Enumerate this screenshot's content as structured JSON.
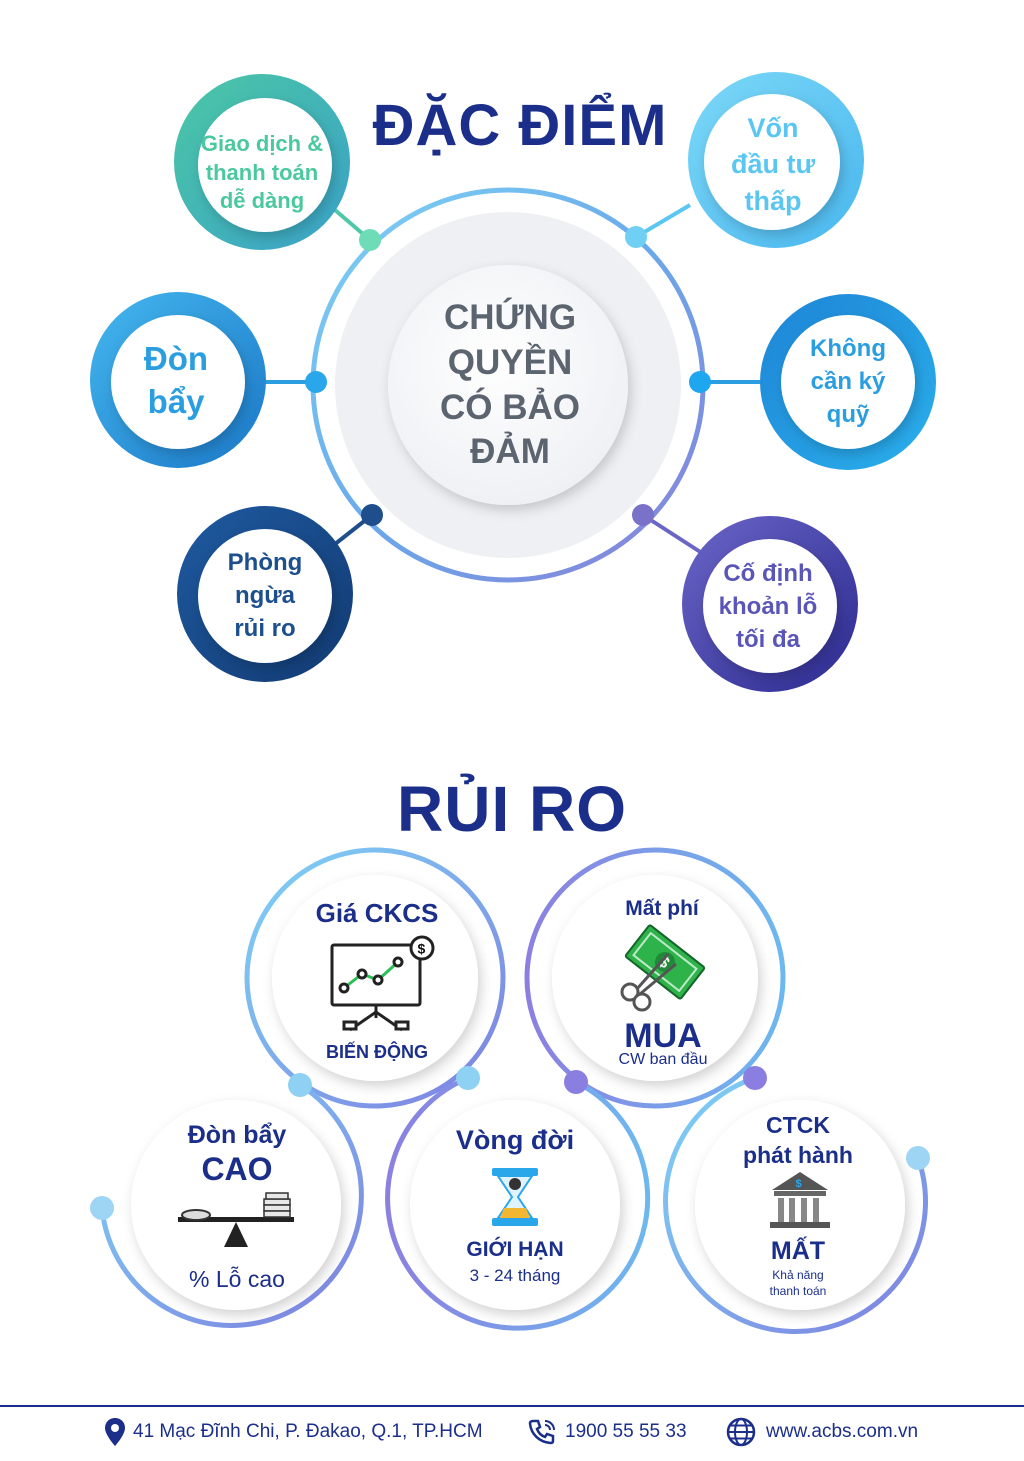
{
  "section1": {
    "title": "ĐẶC ĐIỂM",
    "center": {
      "lines": [
        "CHỨNG",
        "QUYỀN",
        "CÓ BẢO",
        "ĐẢM"
      ]
    },
    "features": [
      {
        "id": "giao-dich",
        "lines": [
          "Giao dịch &",
          "thanh toán",
          "dễ dàng"
        ],
        "color": "#4cc89e"
      },
      {
        "id": "von-dau-tu",
        "lines": [
          "Vốn",
          "đầu tư",
          "thấp"
        ],
        "color": "#5cc6f2"
      },
      {
        "id": "don-bay",
        "lines": [
          "Đòn",
          "bẩy"
        ],
        "color": "#2a9ee0"
      },
      {
        "id": "khong-can-ky-quy",
        "lines": [
          "Không",
          "cần ký",
          "quỹ"
        ],
        "color": "#2a9ee0"
      },
      {
        "id": "phong-ngua",
        "lines": [
          "Phòng",
          "ngừa",
          "rủi ro"
        ],
        "color": "#1c4f8c"
      },
      {
        "id": "co-dinh",
        "lines": [
          "Cố định",
          "khoản lỗ",
          "tối đa"
        ],
        "color": "#5a56b8"
      }
    ]
  },
  "section2": {
    "title": "RỦI RO",
    "risks": [
      {
        "id": "gia-ckcs",
        "heading": "Giá CKCS",
        "icon": "presentation-chart-icon",
        "caption": "BIẾN ĐỘNG"
      },
      {
        "id": "mat-phi",
        "heading": "Mất phí",
        "icon": "cut-money-icon",
        "big": "MUA",
        "caption": "CW ban đầu"
      },
      {
        "id": "don-bay-cao",
        "heading": "Đòn bẩy",
        "big": "CAO",
        "icon": "seesaw-coins-icon",
        "caption": "% Lỗ cao"
      },
      {
        "id": "vong-doi",
        "heading": "Vòng đời",
        "icon": "hourglass-icon",
        "big": "GIỚI HẠN",
        "caption": "3 - 24 tháng"
      },
      {
        "id": "ctck",
        "heading": "CTCK phát hành",
        "heading_lines": [
          "CTCK",
          "phát hành"
        ],
        "icon": "bank-icon",
        "big": "MẤT",
        "caption_lines": [
          "Khả năng",
          "thanh toán"
        ]
      }
    ]
  },
  "footer": {
    "address": "41 Mạc Đĩnh Chi, P. Đakao, Q.1, TP.HCM",
    "phone": "1900 55 55 33",
    "website": "www.acbs.com.vn",
    "color": "#1b2f8a"
  }
}
